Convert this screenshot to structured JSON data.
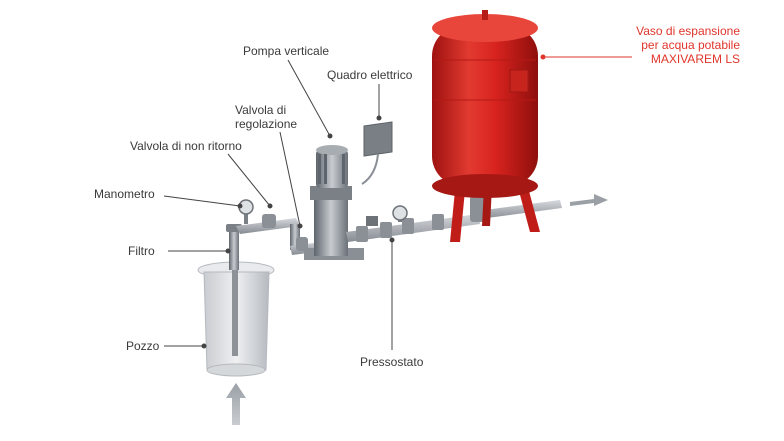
{
  "labels": {
    "pompa": "Pompa verticale",
    "quadro": "Quadro elettrico",
    "valvola_reg_1": "Valvola di",
    "valvola_reg_2": "regolazione",
    "non_ritorno": "Valvola di non ritorno",
    "manometro": "Manometro",
    "filtro": "Filtro",
    "pozzo": "Pozzo",
    "pressostato": "Pressostato",
    "vaso_1": "Vaso di espansione",
    "vaso_2": "per acqua potabile",
    "vaso_3": "MAXIVAREM LS"
  },
  "colors": {
    "tank_red": "#d8231f",
    "label_red": "#e0352b",
    "leader": "#444444",
    "metal": "#9a9fa5"
  }
}
